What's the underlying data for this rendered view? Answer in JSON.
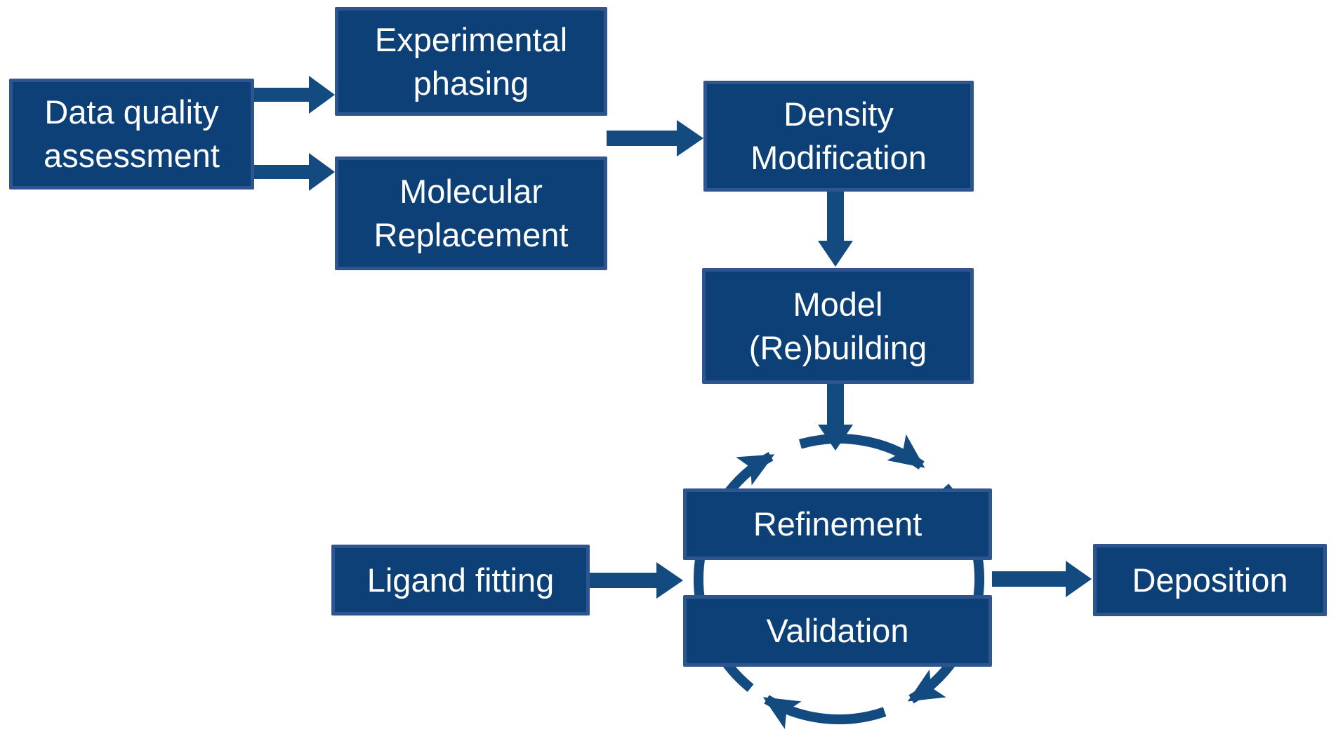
{
  "page": {
    "background": "#ffffff"
  },
  "colors": {
    "bg": "#ffffff",
    "box_fill": "#0c4077",
    "box_border": "#2f5590",
    "arrow": "#134a80",
    "text": "#ffffff"
  },
  "nodes": {
    "data_quality": {
      "lines": [
        "Data quality",
        "assessment"
      ]
    },
    "experimental_phasing": {
      "lines": [
        "Experimental",
        "phasing"
      ]
    },
    "molecular_replacement": {
      "lines": [
        "Molecular",
        "Replacement"
      ]
    },
    "density_modification": {
      "lines": [
        "Density",
        "Modification"
      ]
    },
    "model_rebuilding": {
      "lines": [
        "Model",
        "(Re)building"
      ]
    },
    "refinement": {
      "label": "Refinement"
    },
    "validation": {
      "label": "Validation"
    },
    "ligand_fitting": {
      "label": "Ligand fitting"
    },
    "deposition": {
      "label": "Deposition"
    }
  }
}
